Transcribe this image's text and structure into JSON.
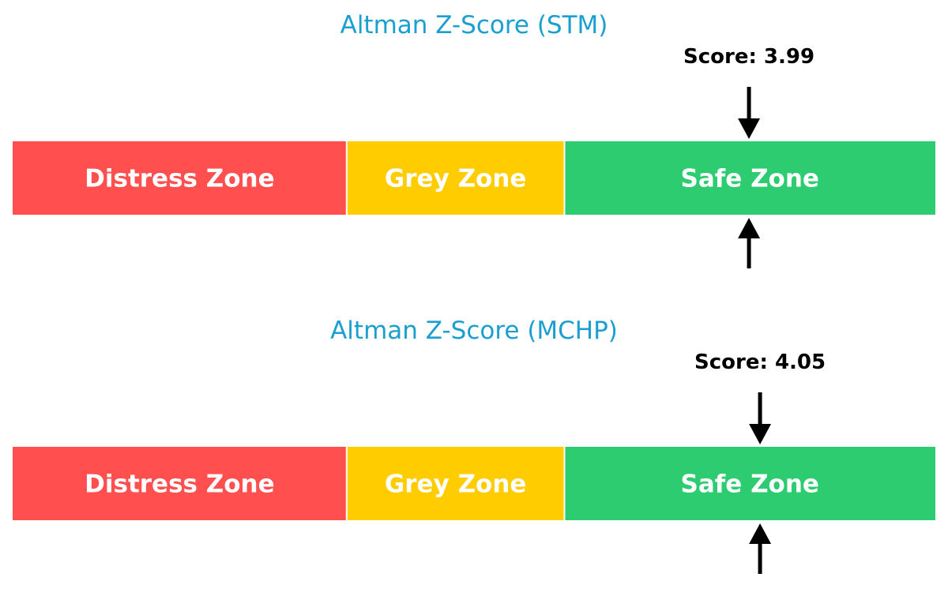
{
  "chart_data": [
    {
      "type": "gauge",
      "title": "Altman Z-Score (STM)",
      "score_label": "Score: 3.99",
      "score": 3.99,
      "xlim": [
        0,
        5
      ],
      "zones": [
        {
          "label": "Distress Zone",
          "from": 0,
          "to": 1.81,
          "color": "#ff4f4f"
        },
        {
          "label": "Grey Zone",
          "from": 1.81,
          "to": 2.99,
          "color": "#ffcc00"
        },
        {
          "label": "Safe Zone",
          "from": 2.99,
          "to": 5,
          "color": "#2ecc71"
        }
      ]
    },
    {
      "type": "gauge",
      "title": "Altman Z-Score (MCHP)",
      "score_label": "Score: 4.05",
      "score": 4.05,
      "xlim": [
        0,
        5
      ],
      "zones": [
        {
          "label": "Distress Zone",
          "from": 0,
          "to": 1.81,
          "color": "#ff4f4f"
        },
        {
          "label": "Grey Zone",
          "from": 1.81,
          "to": 2.99,
          "color": "#ffcc00"
        },
        {
          "label": "Safe Zone",
          "from": 2.99,
          "to": 5,
          "color": "#2ecc71"
        }
      ]
    }
  ]
}
